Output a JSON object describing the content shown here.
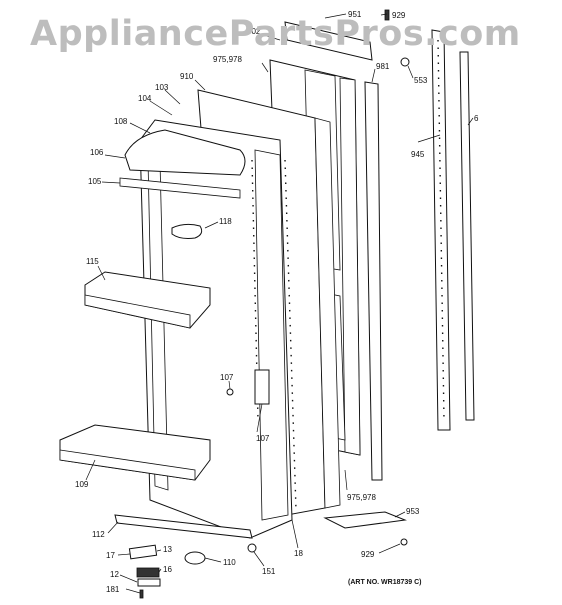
{
  "watermark": "AppliancePartsPros.com",
  "art_number": "(ART NO. WR18739 C)",
  "callouts": [
    {
      "id": "c951",
      "text": "951"
    },
    {
      "id": "c929a",
      "text": "929"
    },
    {
      "id": "c902",
      "text": "902"
    },
    {
      "id": "c975a",
      "text": "975,978"
    },
    {
      "id": "c981",
      "text": "981"
    },
    {
      "id": "c553",
      "text": "553"
    },
    {
      "id": "c910",
      "text": "910"
    },
    {
      "id": "c6",
      "text": "6"
    },
    {
      "id": "c103",
      "text": "103"
    },
    {
      "id": "c104",
      "text": "104"
    },
    {
      "id": "c108",
      "text": "108"
    },
    {
      "id": "c945",
      "text": "945"
    },
    {
      "id": "c106",
      "text": "106"
    },
    {
      "id": "c105",
      "text": "105"
    },
    {
      "id": "c118",
      "text": "118"
    },
    {
      "id": "c115",
      "text": "115"
    },
    {
      "id": "c107a",
      "text": "107"
    },
    {
      "id": "c107b",
      "text": "107"
    },
    {
      "id": "c109",
      "text": "109"
    },
    {
      "id": "c975b",
      "text": "975,978"
    },
    {
      "id": "c953",
      "text": "953"
    },
    {
      "id": "c112",
      "text": "112"
    },
    {
      "id": "c18",
      "text": "18"
    },
    {
      "id": "c929b",
      "text": "929"
    },
    {
      "id": "c17",
      "text": "17"
    },
    {
      "id": "c13",
      "text": "13"
    },
    {
      "id": "c110",
      "text": "110"
    },
    {
      "id": "c151",
      "text": "151"
    },
    {
      "id": "c16",
      "text": "16"
    },
    {
      "id": "c12",
      "text": "12"
    },
    {
      "id": "c181",
      "text": "181"
    }
  ]
}
